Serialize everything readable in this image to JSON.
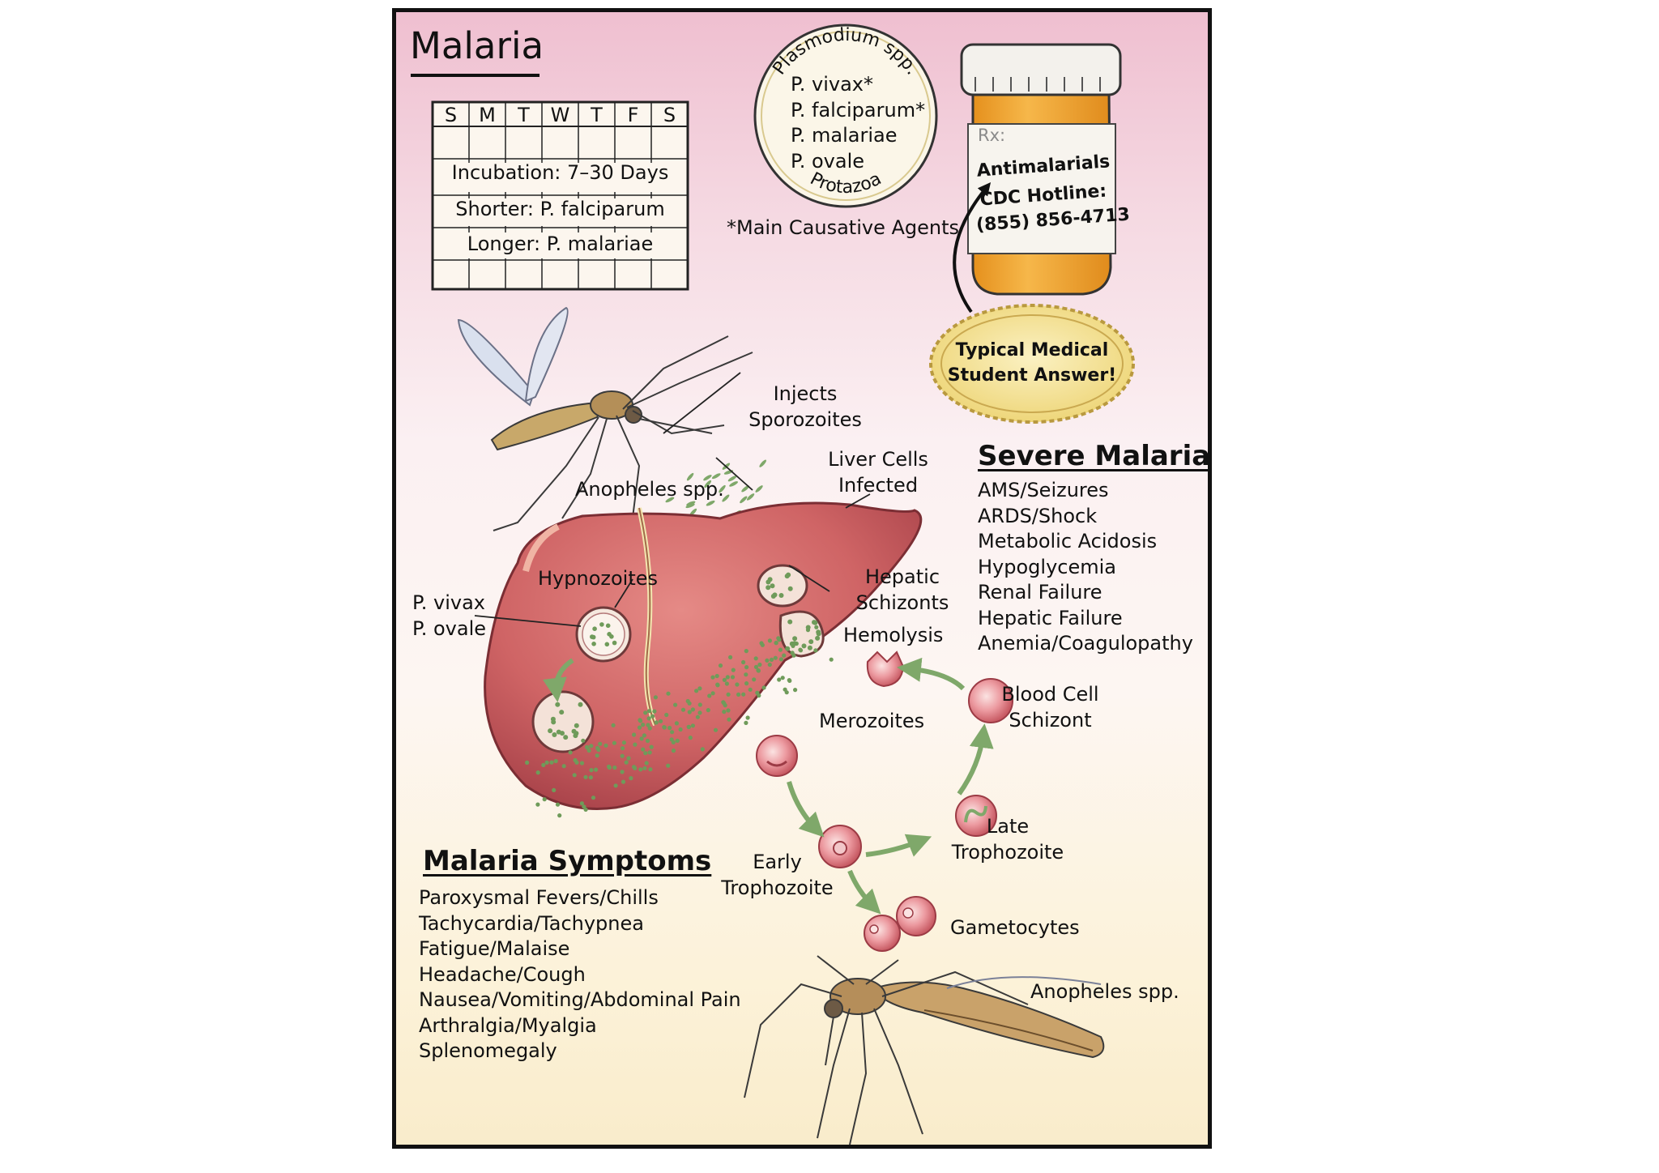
{
  "title": "Malaria",
  "calendar": {
    "days": [
      "S",
      "M",
      "T",
      "W",
      "T",
      "F",
      "S"
    ],
    "incubation": "Incubation: 7–30 Days",
    "shorter": "Shorter:  P. falciparum",
    "longer": "Longer:  P. malariae"
  },
  "plasmodium_seal": {
    "arc_top": "Plasmodium spp.",
    "species": [
      "P. vivax*",
      "P. falciparum*",
      "P. malariae",
      "P. ovale"
    ],
    "arc_bottom": "Protazoa",
    "footnote": "*Main Causative Agents"
  },
  "pill_bottle": {
    "rx": "Rx:",
    "drug": "Antimalarials",
    "hotline_label": "CDC Hotline:",
    "hotline_number": "(855) 856-4713"
  },
  "badge": {
    "line1": "Typical Medical",
    "line2": "Student Answer!"
  },
  "labels": {
    "injects": "Injects\nSporozoites",
    "anopheles_top": "Anopheles spp.",
    "liver_cells": "Liver Cells\nInfected",
    "hypnozoites": "Hypnozoites",
    "vivax_ovale": "P. vivax\nP. ovale",
    "hepatic_schizonts": "Hepatic\nSchizonts",
    "hemolysis": "Hemolysis",
    "blood_cell_schizont": "Blood Cell\nSchizont",
    "merozoites": "Merozoites",
    "late_troph": "Late\nTrophozoite",
    "early_troph": "Early\nTrophozoite",
    "gametocytes": "Gametocytes",
    "anopheles_bottom": "Anopheles spp."
  },
  "severe_malaria": {
    "heading": "Severe Malaria",
    "items": [
      "AMS/Seizures",
      "ARDS/Shock",
      "Metabolic Acidosis",
      "Hypoglycemia",
      "Renal Failure",
      "Hepatic Failure",
      "Anemia/Coagulopathy"
    ]
  },
  "symptoms": {
    "heading": "Malaria Symptoms",
    "items": [
      "Paroxysmal Fevers/Chills",
      "Tachycardia/Tachypnea",
      "Fatigue/Malaise",
      "Headache/Cough",
      "Nausea/Vomiting/Abdominal Pain",
      "Arthralgia/Myalgia",
      "Splenomegaly"
    ]
  },
  "colors": {
    "liver": "#c9595c",
    "liver_light": "#e58a86",
    "rbc": "#e07b80",
    "arrow": "#7fa86a",
    "parasite": "#6f9b5a",
    "bottle": "#f3a52b",
    "badge": "#f4e08c"
  }
}
